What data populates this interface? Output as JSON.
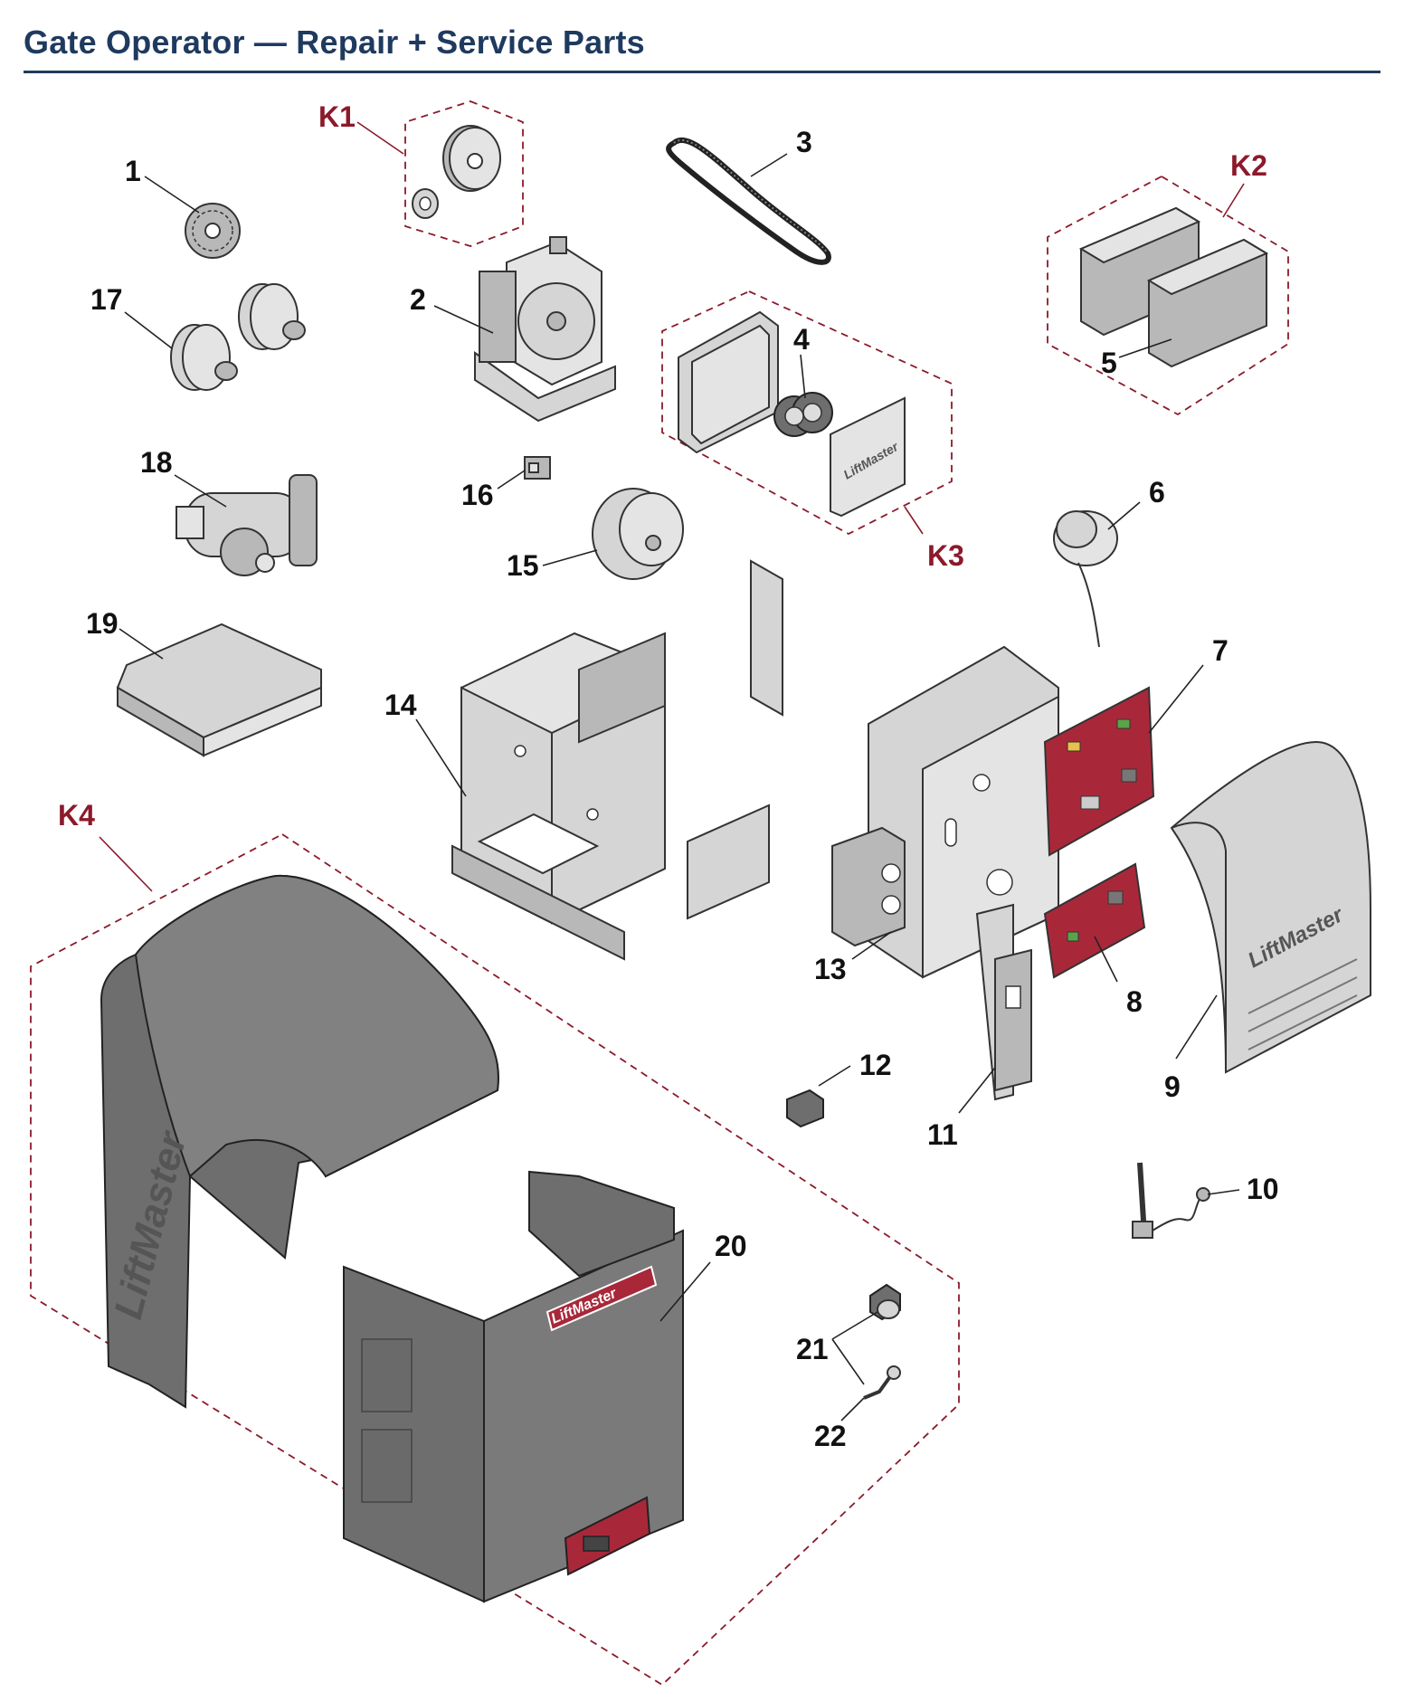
{
  "title": "Gate Operator — Repair + Service Parts",
  "colors": {
    "title": "#1f3a5f",
    "kit": "#8b1a2b",
    "board": "#a8283a",
    "cover": "#6e6e6e"
  },
  "brand": "LiftMaster",
  "kits": [
    {
      "id": "k1",
      "label": "K1"
    },
    {
      "id": "k2",
      "label": "K2"
    },
    {
      "id": "k3",
      "label": "K3"
    },
    {
      "id": "k4",
      "label": "K4"
    }
  ],
  "parts": [
    {
      "id": "p1",
      "label": "1"
    },
    {
      "id": "p2",
      "label": "2"
    },
    {
      "id": "p3",
      "label": "3"
    },
    {
      "id": "p4",
      "label": "4"
    },
    {
      "id": "p5",
      "label": "5"
    },
    {
      "id": "p6",
      "label": "6"
    },
    {
      "id": "p7",
      "label": "7"
    },
    {
      "id": "p8",
      "label": "8"
    },
    {
      "id": "p9",
      "label": "9"
    },
    {
      "id": "p10",
      "label": "10"
    },
    {
      "id": "p11",
      "label": "11"
    },
    {
      "id": "p12",
      "label": "12"
    },
    {
      "id": "p13",
      "label": "13"
    },
    {
      "id": "p14",
      "label": "14"
    },
    {
      "id": "p15",
      "label": "15"
    },
    {
      "id": "p16",
      "label": "16"
    },
    {
      "id": "p17",
      "label": "17"
    },
    {
      "id": "p18",
      "label": "18"
    },
    {
      "id": "p19",
      "label": "19"
    },
    {
      "id": "p20",
      "label": "20"
    },
    {
      "id": "p21",
      "label": "21"
    },
    {
      "id": "p22",
      "label": "22"
    }
  ]
}
